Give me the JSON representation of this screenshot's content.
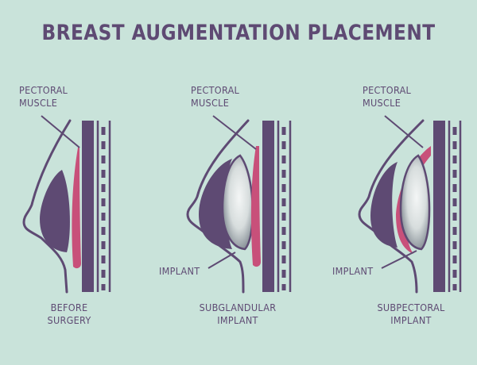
{
  "title": "BREAST AUGMENTATION PLACEMENT",
  "panels": [
    {
      "muscle_label": [
        "PECTORAL",
        "MUSCLE"
      ],
      "caption": [
        "BEFORE",
        "SURGERY"
      ]
    },
    {
      "muscle_label": [
        "PECTORAL",
        "MUSCLE"
      ],
      "implant_label": "IMPLANT",
      "caption": [
        "SUBGLANDULAR",
        "IMPLANT"
      ]
    },
    {
      "muscle_label": [
        "PECTORAL",
        "MUSCLE"
      ],
      "implant_label": "IMPLANT",
      "caption": [
        "SUBPECTORAL",
        "IMPLANT"
      ]
    }
  ],
  "colors": {
    "background": "#c9e3da",
    "outline": "#5e4a73",
    "gland": "#5e4a73",
    "muscle": "#c8507a",
    "implant": "#d4dadb"
  }
}
